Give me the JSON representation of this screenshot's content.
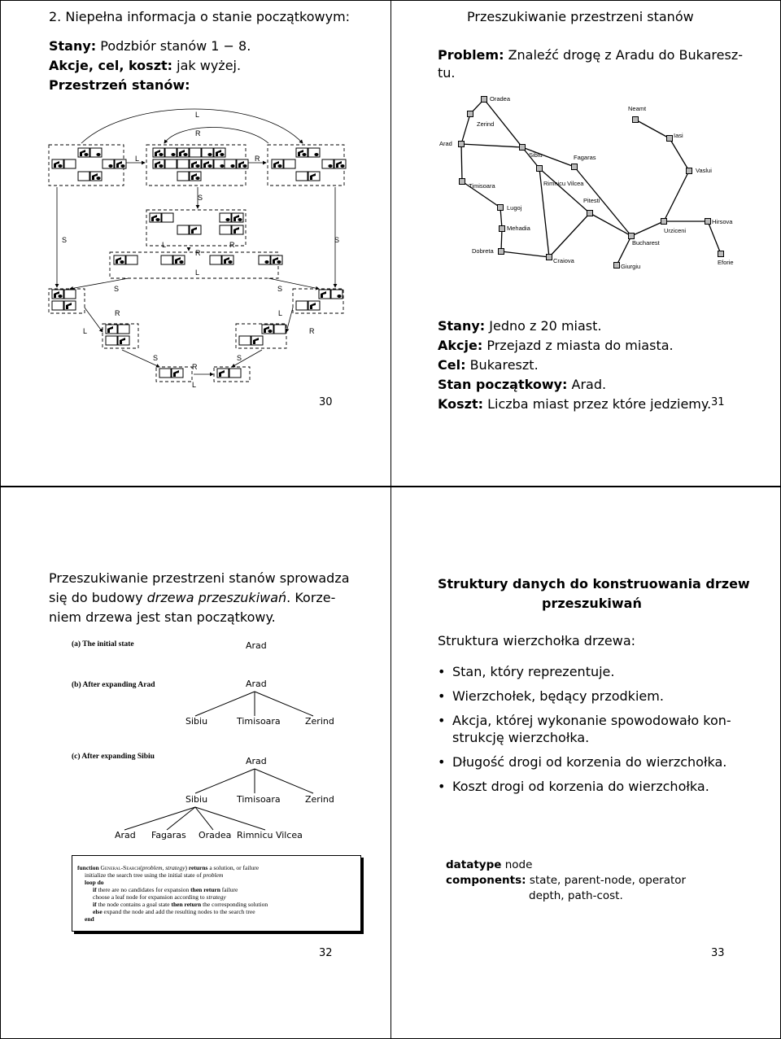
{
  "p30": {
    "title": "2. Niepełna informacja o stanie początkowym:",
    "states_label": "Stany:",
    "states_text": "Podzbiór stanów 1 − 8.",
    "actions_label": "Akcje, cel, koszt:",
    "actions_text": "jak wyżej.",
    "space_label": "Przestrzeń stanów:",
    "action_L": "L",
    "action_R": "R",
    "action_S": "S",
    "page": "30"
  },
  "p31": {
    "title": "Przeszukiwanie przestrzeni stanów",
    "problem_label": "Problem:",
    "problem_line1": "Znaleźć drogę z Aradu do Bukaresz-",
    "problem_line2": "tu.",
    "cities": [
      "Oradea",
      "Neamt",
      "Zerind",
      "Iasi",
      "Arad",
      "Sibiu",
      "Fagaras",
      "Vaslui",
      "Timisoara",
      "Rimnicu Vilcea",
      "Lugoj",
      "Pitesti",
      "Mehadia",
      "Urziceni",
      "Hirsova",
      "Bucharest",
      "Dobreta",
      "Craiova",
      "Giurgiu",
      "Eforie"
    ],
    "stany_label": "Stany:",
    "stany_text": "Jedno z 20 miast.",
    "akcje_label": "Akcje:",
    "akcje_text": "Przejazd z miasta do miasta.",
    "cel_label": "Cel:",
    "cel_text": "Bukareszt.",
    "start_label": "Stan początkowy:",
    "start_text": "Arad.",
    "koszt_label": "Koszt:",
    "koszt_text": "Liczba miast przez które jedziemy.",
    "page": "31"
  },
  "p32": {
    "intro1": "Przeszukiwanie przestrzeni stanów sprowadza",
    "intro2a": "się do budowy ",
    "intro2b": "drzewa przeszukiwań",
    "intro2c": ". Korze-",
    "intro3": "niem drzewa jest stan początkowy.",
    "cap_a": "(a) The initial state",
    "cap_b": "(b) After expanding Arad",
    "cap_c": "(c) After expanding Sibiu",
    "n_arad": "Arad",
    "n_sibiu": "Sibiu",
    "n_timisoara": "Timisoara",
    "n_zerind": "Zerind",
    "n_fagaras": "Fagaras",
    "n_oradea": "Oradea",
    "n_rimnicu": "Rimnicu Vilcea",
    "code": {
      "l1a": "function ",
      "l1b": "General-Search",
      "l1c": "(",
      "l1d": "problem, strategy",
      "l1e": ") ",
      "l1f": "returns",
      "l1g": " a solution, or failure",
      "l2a": "initialize the search tree using the initial state of ",
      "l2b": "problem",
      "l3": "loop do",
      "l4a": "if",
      "l4b": " there are no candidates for expansion ",
      "l4c": "then return",
      "l4d": " failure",
      "l5a": "choose a leaf node for expansion according to ",
      "l5b": "strategy",
      "l6a": "if",
      "l6b": " the node contains a goal state ",
      "l6c": "then return",
      "l6d": " the corresponding solution",
      "l7a": "else",
      "l7b": " expand the node and add the resulting nodes to the search tree",
      "l8": "end"
    },
    "page": "32"
  },
  "p33": {
    "title1": "Struktury danych do konstruowania drzew",
    "title2": "przeszukiwań",
    "sub": "Struktura wierzchołka drzewa:",
    "bullets": [
      "Stan, który reprezentuje.",
      "Wierzchołek, będący przodkiem.",
      "Akcja, której wykonanie spowodowało kon-strukcję wierzchołka.",
      "Długość drogi od korzenia do wierzchołka.",
      "Koszt drogi od korzenia do wierzchołka."
    ],
    "bullet3a": "Akcja, której wykonanie spowodowało kon-",
    "bullet3b": "strukcję wierzchołka.",
    "dt_label": "datatype",
    "dt_text": "node",
    "comp_label": "components:",
    "comp_text1": "state, parent-node, operator",
    "comp_text2": "depth, path-cost.",
    "page": "33"
  }
}
